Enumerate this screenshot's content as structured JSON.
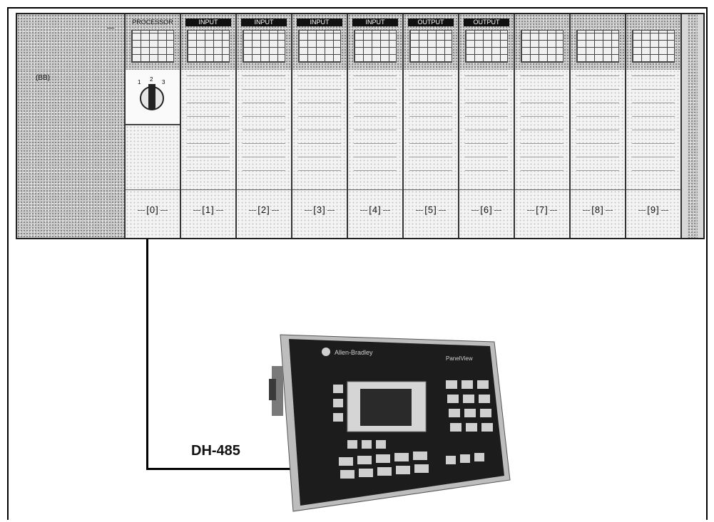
{
  "diagram": {
    "cable_label": "DH-485",
    "power_supply": {
      "label": "(BB)",
      "mark": "—"
    },
    "cpu": {
      "title": "PROCESSOR",
      "slot_number": "[0]"
    },
    "slots": [
      {
        "title": "INPUT",
        "number": "[1]"
      },
      {
        "title": "INPUT",
        "number": "[2]"
      },
      {
        "title": "INPUT",
        "number": "[3]"
      },
      {
        "title": "INPUT",
        "number": "[4]"
      },
      {
        "title": "OUTPUT",
        "number": "[5]"
      },
      {
        "title": "OUTPUT",
        "number": "[6]"
      },
      {
        "title": "",
        "number": "[7]"
      },
      {
        "title": "",
        "number": "[8]"
      },
      {
        "title": "",
        "number": "[9]"
      }
    ],
    "hmi": {
      "brand_text": "Allen-Bradley",
      "model_text": "PanelView"
    }
  },
  "colors": {
    "line": "#000000",
    "panel": "#1c1c1c",
    "rack": "#d8d8d8"
  }
}
